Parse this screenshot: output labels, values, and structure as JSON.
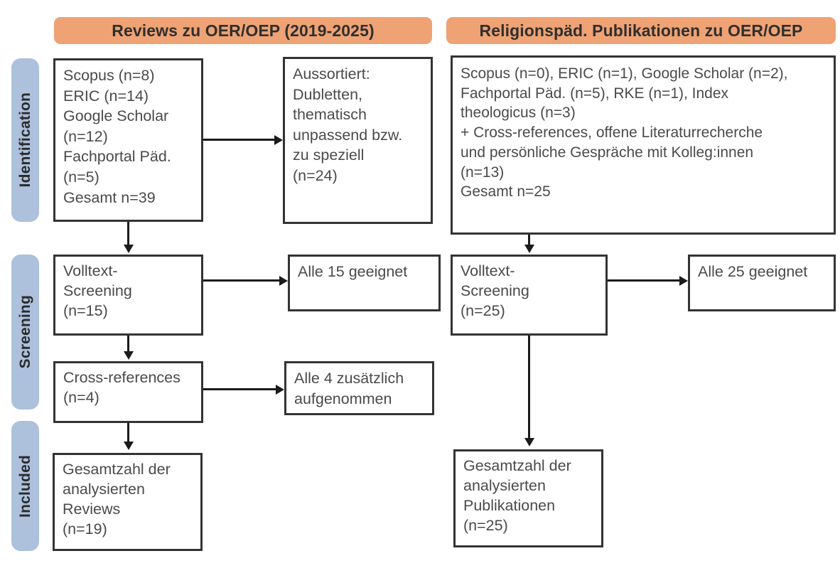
{
  "diagram": {
    "type": "prisma-flow-diagram",
    "colors": {
      "header_orange": "#EFA273",
      "phase_blue": "#ADC1DD",
      "box_border": "#333333",
      "connector": "#1B1B1B",
      "background": "#FFFFFF",
      "text": "#4A4A4A"
    }
  },
  "phases": [
    {
      "id": "identification",
      "label": "Identification"
    },
    {
      "id": "screening",
      "label": "Screening"
    },
    {
      "id": "included",
      "label": "Included"
    }
  ],
  "columns": [
    {
      "id": "reviews",
      "header": "Reviews zu OER/OEP (2019-2025)",
      "boxes": {
        "sources": "Scopus (n=8)\nERIC (n=14)\nGoogle Scholar\n(n=12)\nFachportal Päd.\n(n=5)\nGesamt n=39",
        "excluded": "Aussortiert:\nDubletten,\nthematisch\nunpassend bzw.\nzu speziell\n(n=24)",
        "fulltext": "Volltext-\nScreening\n(n=15)",
        "fulltext_result": "Alle 15 geeignet",
        "crossref": "Cross-references\n(n=4)",
        "crossref_result": "Alle 4 zusätzlich\naufgenommen",
        "included": "Gesamtzahl der\nanalysierten\nReviews\n(n=19)"
      }
    },
    {
      "id": "religionspaed",
      "header": "Religionspäd. Publikationen zu OER/OEP",
      "boxes": {
        "sources": "Scopus (n=0), ERIC (n=1), Google Scholar (n=2),\nFachportal Päd. (n=5), RKE (n=1), Index\ntheologicus (n=3)\n+ Cross-references, offene Literaturrecherche\nund persönliche Gespräche mit Kolleg:innen\n(n=13)\nGesamt n=25",
        "fulltext": "Volltext-\nScreening\n(n=25)",
        "fulltext_result": "Alle 25 geeignet",
        "included": "Gesamtzahl der\nanalysierten\nPublikationen\n(n=25)"
      }
    }
  ],
  "counts": {
    "reviews_scopus": 8,
    "reviews_eric": 14,
    "reviews_google_scholar": 12,
    "reviews_fachportal": 5,
    "reviews_total": 39,
    "reviews_excluded": 24,
    "reviews_fulltext": 15,
    "reviews_crossrefs": 4,
    "reviews_included": 19,
    "rel_scopus": 0,
    "rel_eric": 1,
    "rel_google_scholar": 2,
    "rel_fachportal": 5,
    "rel_rke": 1,
    "rel_index_theologicus": 3,
    "rel_other_sources": 13,
    "rel_total": 25,
    "rel_fulltext": 25,
    "rel_included": 25
  }
}
